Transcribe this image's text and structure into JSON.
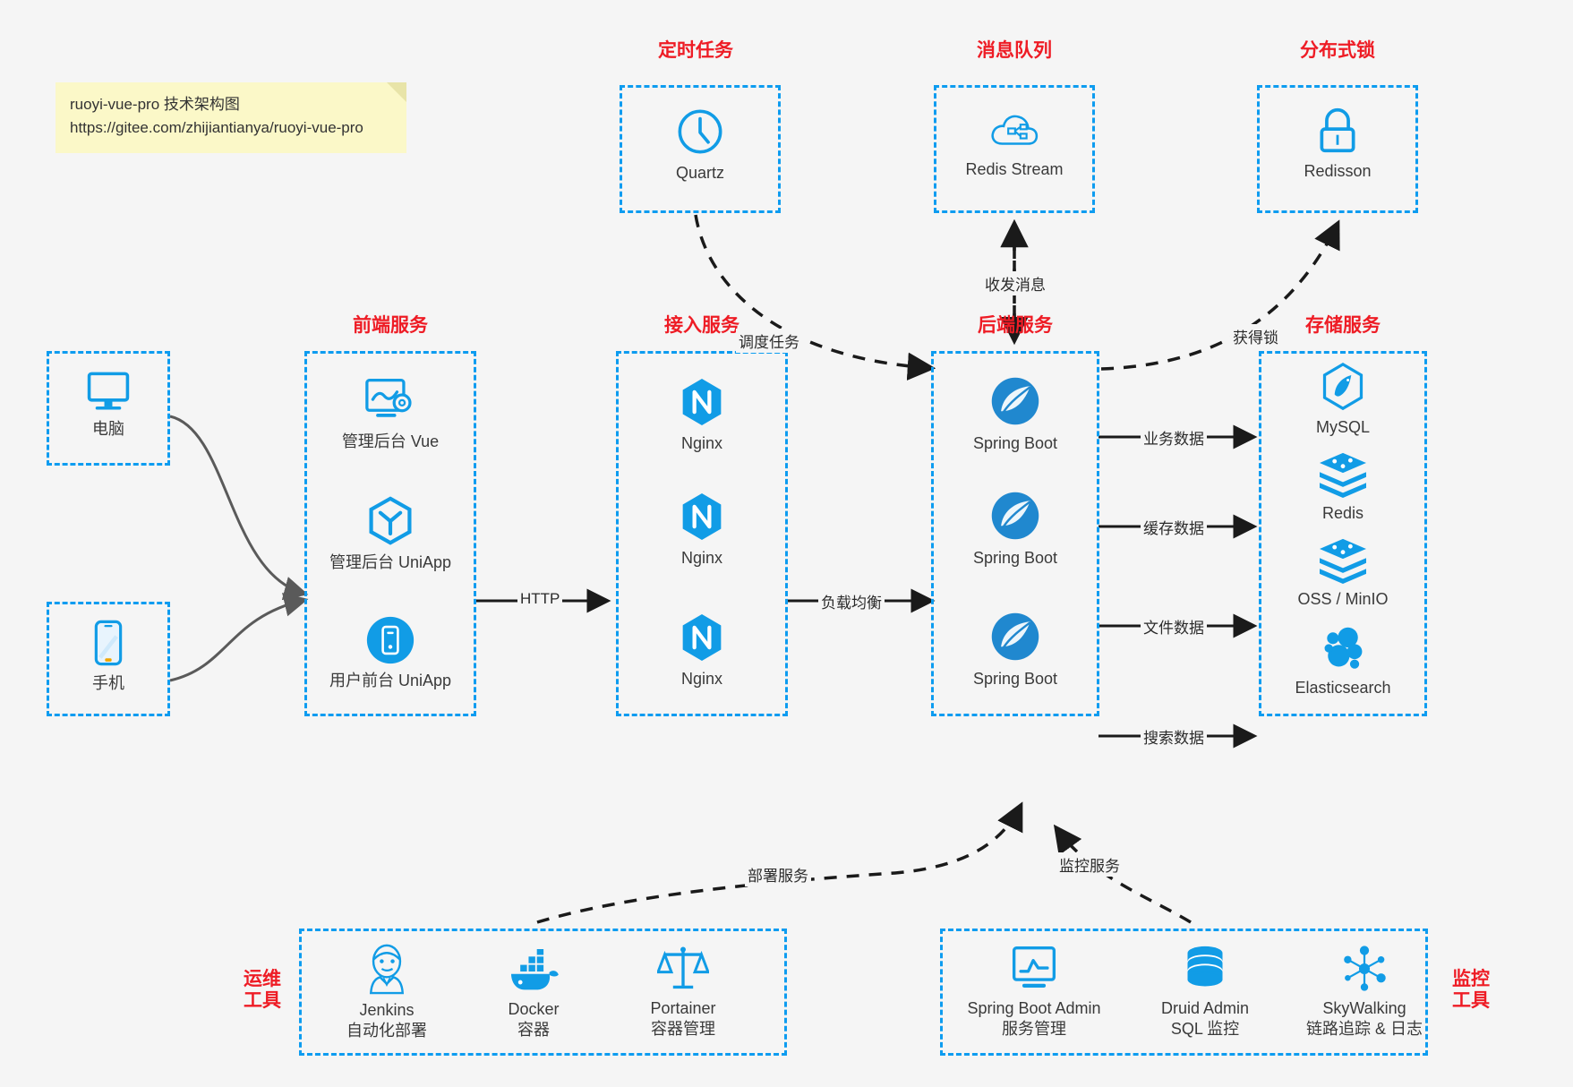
{
  "note": {
    "line1": "ruoyi-vue-pro 技术架构图",
    "line2": "https://gitee.com/zhijiantianya/ruoyi-vue-pro"
  },
  "colors": {
    "accent_blue": "#0d9cf0",
    "icon_blue": "#119ce6",
    "title_red": "#ee1c25",
    "background": "#f5f5f5",
    "arrow_dark": "#1a1a1a",
    "arrow_gray": "#5a5a5a",
    "note_yellow": "#fbf8c8"
  },
  "groups": {
    "scheduler": {
      "title": "定时任务"
    },
    "mq": {
      "title": "消息队列"
    },
    "lock": {
      "title": "分布式锁"
    },
    "frontend": {
      "title": "前端服务"
    },
    "gateway": {
      "title": "接入服务"
    },
    "backend": {
      "title": "后端服务"
    },
    "storage": {
      "title": "存储服务"
    },
    "devops": {
      "title": "运维\n工具",
      "line1": "运维",
      "line2": "工具"
    },
    "monitor": {
      "title": "监控\n工具",
      "line1": "监控",
      "line2": "工具"
    }
  },
  "nodes": {
    "computer": {
      "label": "电脑",
      "icon": "desktop-monitor-icon"
    },
    "phone": {
      "label": "手机",
      "icon": "mobile-phone-icon"
    },
    "quartz": {
      "label": "Quartz",
      "icon": "clock-icon"
    },
    "redis_stream": {
      "label": "Redis Stream",
      "icon": "cloud-stream-icon"
    },
    "redisson": {
      "label": "Redisson",
      "icon": "padlock-icon"
    },
    "admin_vue": {
      "label": "管理后台 Vue",
      "icon": "dashboard-settings-icon"
    },
    "admin_uniapp": {
      "label": "管理后台 UniApp",
      "icon": "hexagon-cube-icon"
    },
    "user_uniapp": {
      "label": "用户前台 UniApp",
      "icon": "mobile-circle-icon"
    },
    "nginx_1": {
      "label": "Nginx",
      "icon": "nginx-icon"
    },
    "nginx_2": {
      "label": "Nginx",
      "icon": "nginx-icon"
    },
    "nginx_3": {
      "label": "Nginx",
      "icon": "nginx-icon"
    },
    "springboot_1": {
      "label": "Spring Boot",
      "icon": "spring-leaf-icon"
    },
    "springboot_2": {
      "label": "Spring Boot",
      "icon": "spring-leaf-icon"
    },
    "springboot_3": {
      "label": "Spring Boot",
      "icon": "spring-leaf-icon"
    },
    "mysql": {
      "label": "MySQL",
      "icon": "mysql-dolphin-icon"
    },
    "redis": {
      "label": "Redis",
      "icon": "redis-stack-icon"
    },
    "oss": {
      "label": "OSS / MinIO",
      "icon": "object-storage-icon"
    },
    "elasticsearch": {
      "label": "Elasticsearch",
      "icon": "elasticsearch-icon"
    },
    "jenkins": {
      "label": "Jenkins",
      "sub": "自动化部署",
      "icon": "jenkins-butler-icon"
    },
    "docker": {
      "label": "Docker",
      "sub": "容器",
      "icon": "docker-whale-icon"
    },
    "portainer": {
      "label": "Portainer",
      "sub": "容器管理",
      "icon": "scales-balance-icon"
    },
    "sba": {
      "label": "Spring Boot Admin",
      "sub": "服务管理",
      "icon": "monitor-chart-icon"
    },
    "druid": {
      "label": "Druid Admin",
      "sub": "SQL 监控",
      "icon": "database-cylinder-icon"
    },
    "skywalking": {
      "label": "SkyWalking",
      "sub": "链路追踪 & 日志",
      "icon": "skywalking-node-icon"
    }
  },
  "edges": {
    "http": "HTTP",
    "load_balance": "负载均衡",
    "schedule_task": "调度任务",
    "send_receive_message": "收发消息",
    "acquire_lock": "获得锁",
    "business_data": "业务数据",
    "cache_data": "缓存数据",
    "file_data": "文件数据",
    "search_data": "搜索数据",
    "deploy_service": "部署服务",
    "monitor_service": "监控服务"
  }
}
